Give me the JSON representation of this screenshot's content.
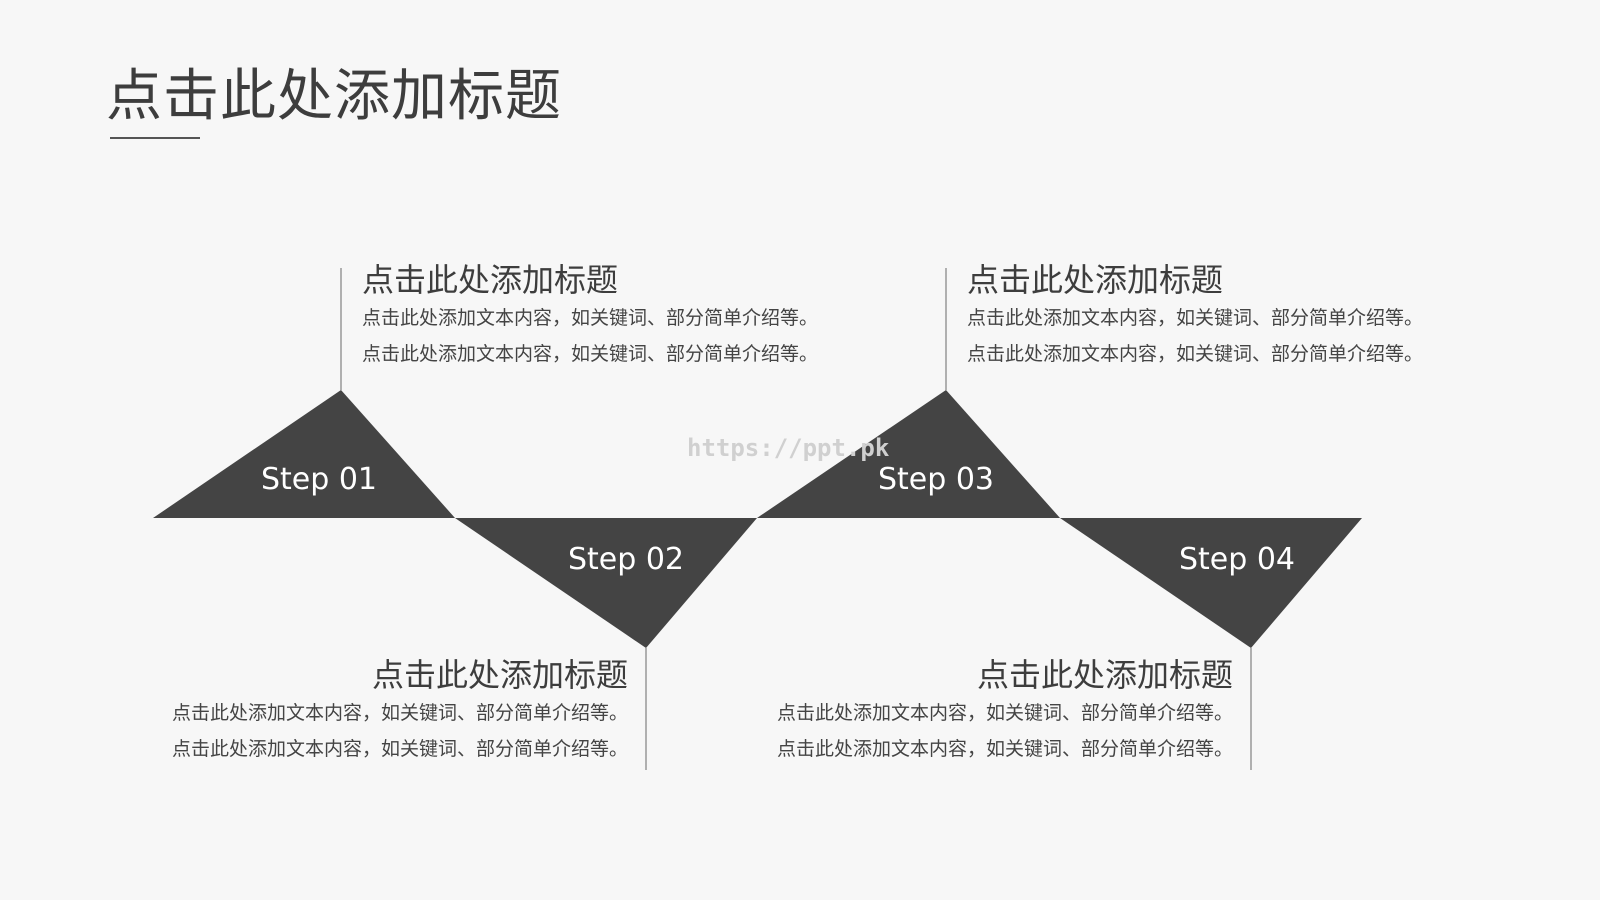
{
  "page": {
    "title": "点击此处添加标题",
    "watermark": "https://ppt.pk"
  },
  "colors": {
    "background": "#f7f7f7",
    "triangle": "#444444",
    "line": "#999999",
    "text": "#3d3d3d"
  },
  "steps": [
    {
      "label": "Step 01",
      "title": "点击此处添加标题",
      "lines": [
        "点击此处添加文本内容，如关键词、部分简单介绍等。",
        "点击此处添加文本内容，如关键词、部分简单介绍等。"
      ]
    },
    {
      "label": "Step 02",
      "title": "点击此处添加标题",
      "lines": [
        "点击此处添加文本内容，如关键词、部分简单介绍等。",
        "点击此处添加文本内容，如关键词、部分简单介绍等。"
      ]
    },
    {
      "label": "Step 03",
      "title": "点击此处添加标题",
      "lines": [
        "点击此处添加文本内容，如关键词、部分简单介绍等。",
        "点击此处添加文本内容，如关键词、部分简单介绍等。"
      ]
    },
    {
      "label": "Step 04",
      "title": "点击此处添加标题",
      "lines": [
        "点击此处添加文本内容，如关键词、部分简单介绍等。",
        "点击此处添加文本内容，如关键词、部分简单介绍等。"
      ]
    }
  ]
}
